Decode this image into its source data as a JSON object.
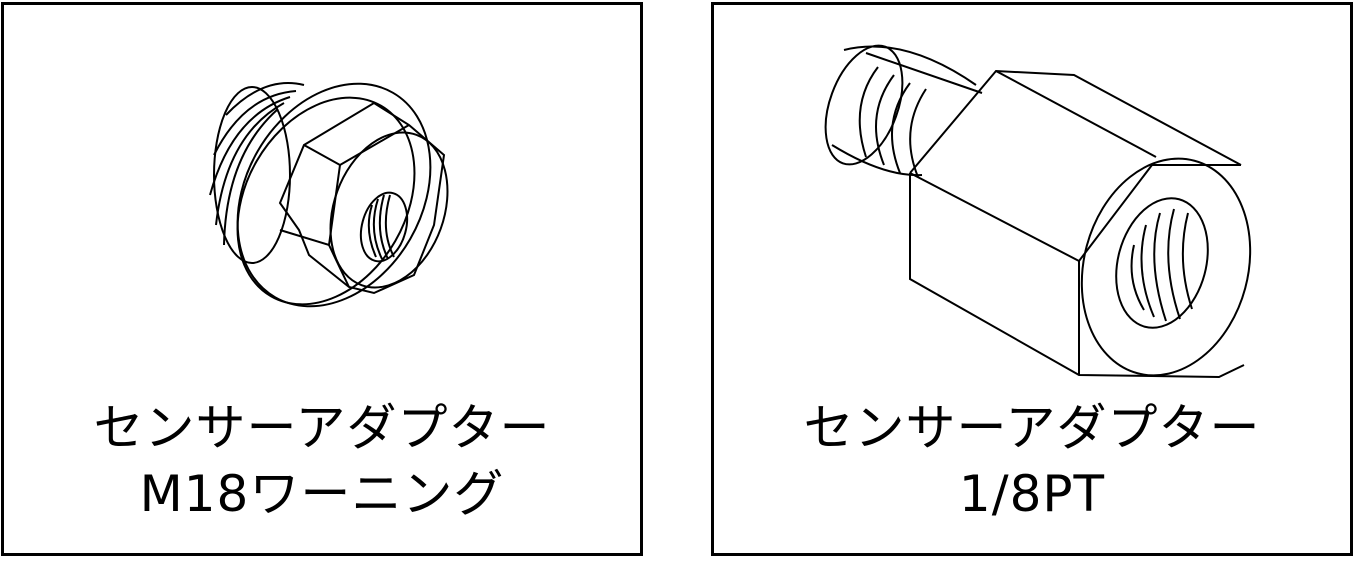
{
  "panels": [
    {
      "id": "m18-warning",
      "part_name": "センサーアダプター",
      "spec": "M18ワーニング",
      "illustration": "hex-plug-adapter-line-drawing"
    },
    {
      "id": "1-8pt",
      "part_name": "センサーアダプター",
      "spec": "1/8PT",
      "illustration": "hex-extension-adapter-line-drawing"
    }
  ],
  "colors": {
    "stroke": "#000000",
    "background": "#ffffff"
  }
}
